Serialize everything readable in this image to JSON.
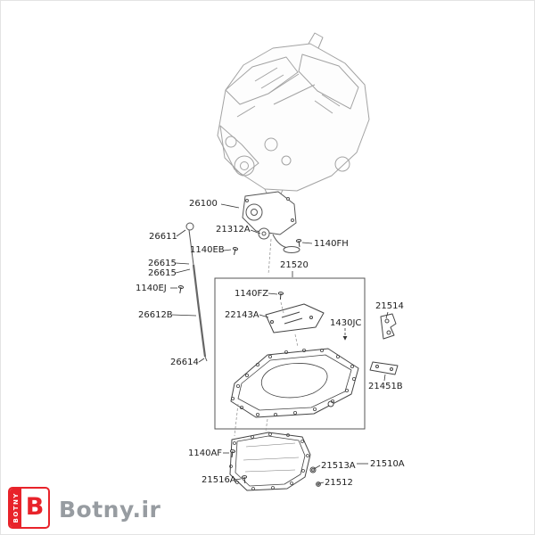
{
  "diagram": {
    "parts": [
      {
        "id": "26100"
      },
      {
        "id": "21312A"
      },
      {
        "id": "26611"
      },
      {
        "id": "1140EB"
      },
      {
        "id": "1140FH"
      },
      {
        "id": "26615"
      },
      {
        "id": "26615"
      },
      {
        "id": "21520"
      },
      {
        "id": "1140EJ"
      },
      {
        "id": "26612B"
      },
      {
        "id": "1140FZ"
      },
      {
        "id": "22143A"
      },
      {
        "id": "1430JC"
      },
      {
        "id": "21514"
      },
      {
        "id": "26614"
      },
      {
        "id": "21451B"
      },
      {
        "id": "1140AF"
      },
      {
        "id": "21513A"
      },
      {
        "id": "21510A"
      },
      {
        "id": "21516A"
      },
      {
        "id": "21512"
      }
    ]
  },
  "branding": {
    "logo_letter": "B",
    "logo_vertical": "BOTNY",
    "site": "Botny.ir"
  },
  "colors": {
    "brand_red": "#e8232a",
    "text_gray": "#979ca1",
    "sketch_light": "#a3a3a3",
    "sketch_dark": "#444444"
  }
}
